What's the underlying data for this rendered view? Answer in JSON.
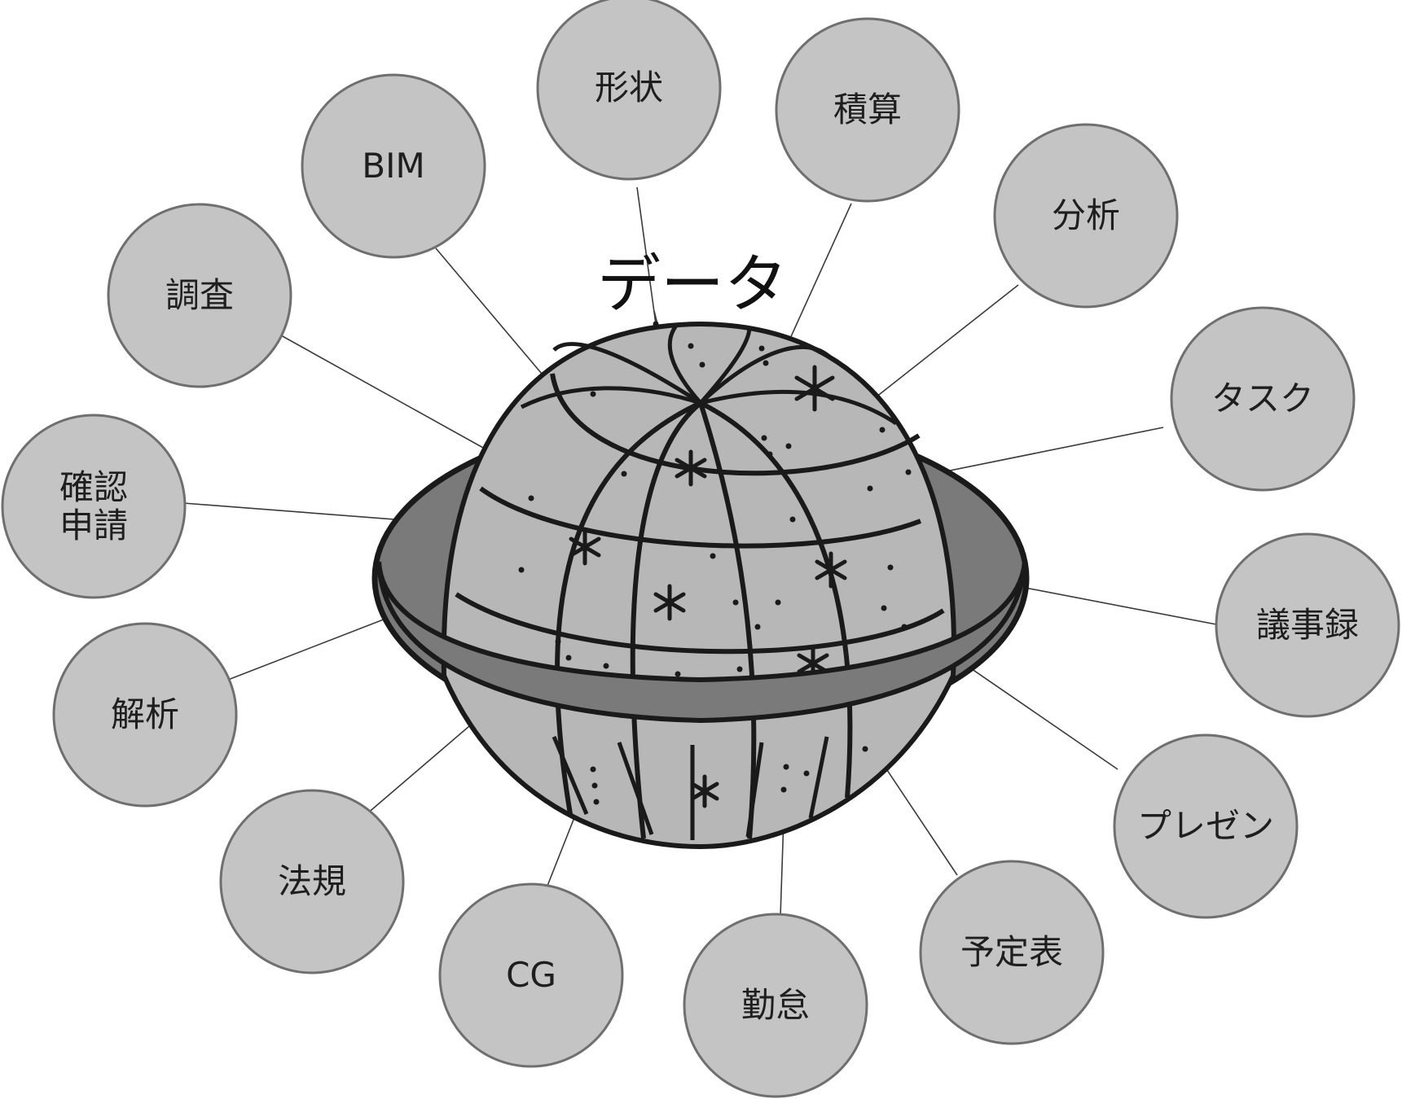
{
  "title": "データ",
  "nodes": [
    {
      "id": "keijou",
      "label": "形状"
    },
    {
      "id": "sekisan",
      "label": "積算"
    },
    {
      "id": "bunseki",
      "label": "分析"
    },
    {
      "id": "task",
      "label": "タスク"
    },
    {
      "id": "gijiroku",
      "label": "議事録"
    },
    {
      "id": "presen",
      "label": "プレゼン"
    },
    {
      "id": "yoteihyou",
      "label": "予定表"
    },
    {
      "id": "kintai",
      "label": "勤怠"
    },
    {
      "id": "cg",
      "label": "CG"
    },
    {
      "id": "houki",
      "label": "法規"
    },
    {
      "id": "kaiseki",
      "label": "解析"
    },
    {
      "id": "kakunin",
      "label": "確認\n申請"
    },
    {
      "id": "chousa",
      "label": "調査"
    },
    {
      "id": "bim",
      "label": "BIM"
    }
  ],
  "colors": {
    "node_fill": "#c4c4c4",
    "node_stroke": "#6f6f6f",
    "sphere_fill": "#b7b7b7",
    "ring_fill": "#7a7a7a",
    "outline": "#1a1a1a",
    "connector": "#3a3a3a"
  }
}
